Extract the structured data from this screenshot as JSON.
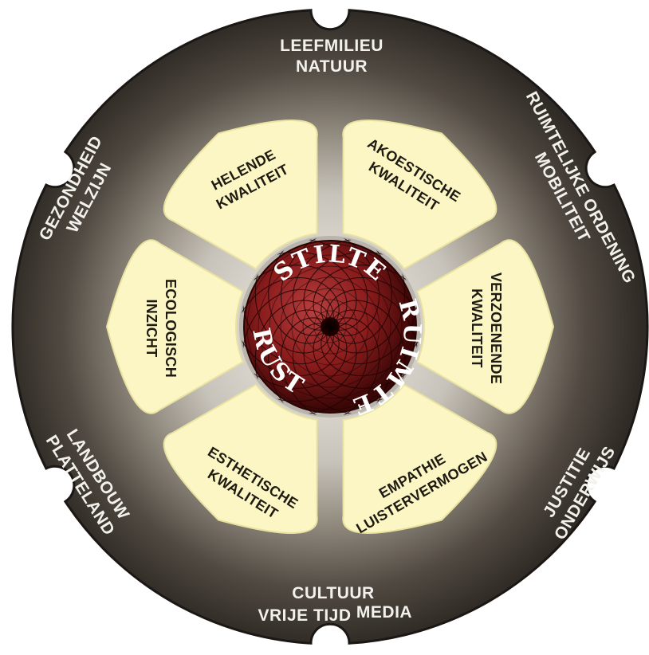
{
  "outer_ring": {
    "top": [
      "LEEFMILIEU",
      "NATUUR"
    ],
    "upper_right": [
      "RUIMTELIJKE ORDENING",
      "MOBILITEIT"
    ],
    "lower_right": [
      "JUSTITIE",
      "ONDERWIJS"
    ],
    "bottom": [
      "CULTUUR",
      "VRIJE TIJD",
      "MEDIA"
    ],
    "lower_left": [
      "LANDBOUW",
      "PLATTELAND"
    ],
    "upper_left": [
      "GEZONDHEID",
      "WELZIJN"
    ]
  },
  "petals": [
    {
      "id": "helende",
      "lines": [
        "HELENDE",
        "KWALITEIT"
      ]
    },
    {
      "id": "akoestische",
      "lines": [
        "AKOESTISCHE",
        "KWALITEIT"
      ]
    },
    {
      "id": "verzoenende",
      "lines": [
        "VERZOENENDE",
        "KWALITEIT"
      ]
    },
    {
      "id": "empathie",
      "lines": [
        "EMPATHIE",
        "LUISTERVERMOGEN"
      ]
    },
    {
      "id": "esthetische",
      "lines": [
        "ESTHETISCHE",
        "KWALITEIT"
      ]
    },
    {
      "id": "ecologisch",
      "lines": [
        "ECOLOGISCH",
        "INZICHT"
      ]
    }
  ],
  "hub": {
    "top": "STILTE",
    "right": "RUIMTE",
    "left": "RUST"
  },
  "colors": {
    "ring_dark": "#3b3630",
    "ring_light": "#e6e3dc",
    "petal": "#fbf6c4",
    "petal_edge": "#e9e2a0",
    "hub_red": "#8a1c1c",
    "hub_dark": "#3a0606"
  }
}
